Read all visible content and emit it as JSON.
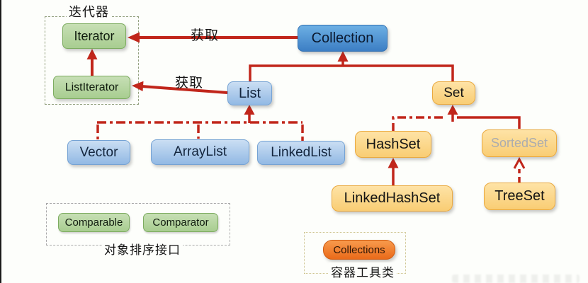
{
  "diagram_title_implicit": "Java Collection framework hierarchy",
  "colors": {
    "arrow_red": "#c1261b",
    "collection_blue": "#3c7ec4",
    "light_blue": "#92b9e4",
    "yellow": "#f9cd74",
    "green": "#a8cd90",
    "collections_orange": "#ea6a19",
    "sortedset_text_gray": "#abacae",
    "background": "#fdfefb"
  },
  "nodes": {
    "collection": "Collection",
    "list": "List",
    "set": "Set",
    "vector": "Vector",
    "arraylist": "ArrayList",
    "linkedlist": "LinkedList",
    "hashset": "HashSet",
    "sortedset": "SortedSet",
    "linkedhashset": "LinkedHashSet",
    "treeset": "TreeSet",
    "iterator": "Iterator",
    "listiterator": "ListIterator",
    "comparable": "Comparable",
    "comparator": "Comparator",
    "collections": "Collections"
  },
  "labels": {
    "iterator_group": "迭代器",
    "get_top": "获取",
    "get_bottom": "获取",
    "sort_group": "对象排序接口",
    "utility_group": "容器工具类"
  },
  "edges": [
    {
      "from": "Collection",
      "to": "Iterator",
      "label": "获取",
      "style": "solid-arrow"
    },
    {
      "from": "List",
      "to": "ListIterator",
      "label": "获取",
      "style": "solid-arrow"
    },
    {
      "from": "ListIterator",
      "to": "Iterator",
      "style": "solid-arrow"
    },
    {
      "from": "List",
      "to": "Collection",
      "style": "solid-arrow"
    },
    {
      "from": "Set",
      "to": "Collection",
      "style": "solid-arrow"
    },
    {
      "from": "Vector",
      "to": "List",
      "style": "dash-dot"
    },
    {
      "from": "ArrayList",
      "to": "List",
      "style": "dash-dot"
    },
    {
      "from": "LinkedList",
      "to": "List",
      "style": "dash-dot"
    },
    {
      "from": "HashSet",
      "to": "Set",
      "style": "dash-dot"
    },
    {
      "from": "SortedSet",
      "to": "Set",
      "style": "solid"
    },
    {
      "from": "LinkedHashSet",
      "to": "HashSet",
      "style": "solid-arrow"
    },
    {
      "from": "TreeSet",
      "to": "SortedSet",
      "style": "dashed-open-arrow"
    }
  ]
}
